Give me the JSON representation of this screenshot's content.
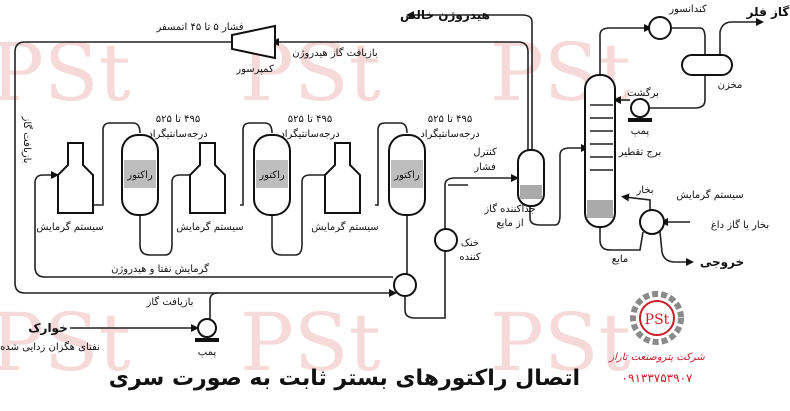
{
  "colors": {
    "watermark": "#e8a0a0",
    "logo_red": "#c8202a",
    "logo_gray": "#8a8a8a",
    "reactor_fill": "#bdbdbd"
  },
  "watermark_text": "PSt",
  "labels": {
    "pure_hydrogen": "هیدروژن خالص",
    "flare_gas": "گاز فلر",
    "pressure": "فشار ۵ تا ۴۵ اتمسفر",
    "h2_recycle": "بازیافت گاز هیدروژن",
    "compressor": "کمپرسور",
    "gas_recycle_vertical": "بازیافت گاز",
    "temp_range": "۴۹۵ تا ۵۲۵",
    "temp_unit": "درجه‌سانتیگراد",
    "reactor": "راکتور",
    "heating_system": "سیستم گرمایش",
    "naphtha_heating": "گرمایش نفتا و هیدروژن",
    "gas_recycle": "بازیافت گاز",
    "feed": "خوارک",
    "feed_desc": "نفتای هگزان زدایی شده",
    "pump": "پمپ",
    "pressure_control_1": "کنترل",
    "pressure_control_2": "فشار",
    "separator_1": "جداکننده گاز",
    "separator_2": "از مایع",
    "cooler_1": "خنک",
    "cooler_2": "کننده",
    "condenser": "کندانسور",
    "drum": "مخزن",
    "reflux": "برگشت",
    "tower": "برج تقطیر",
    "vapor": "بخار",
    "reboiler_heating": "سیستم گرمایش",
    "steam": "بخار یا گاز داغ",
    "liquid": "مایع",
    "output": "خروجی"
  },
  "title": "اتصال راکتورهای بستر ثابت به صورت سری",
  "logo": {
    "mark": "PSt",
    "company": "شرکت پتروصنعت تاراز",
    "phone": "۰۹۱۳۳۷۵۳۹۰۷"
  }
}
